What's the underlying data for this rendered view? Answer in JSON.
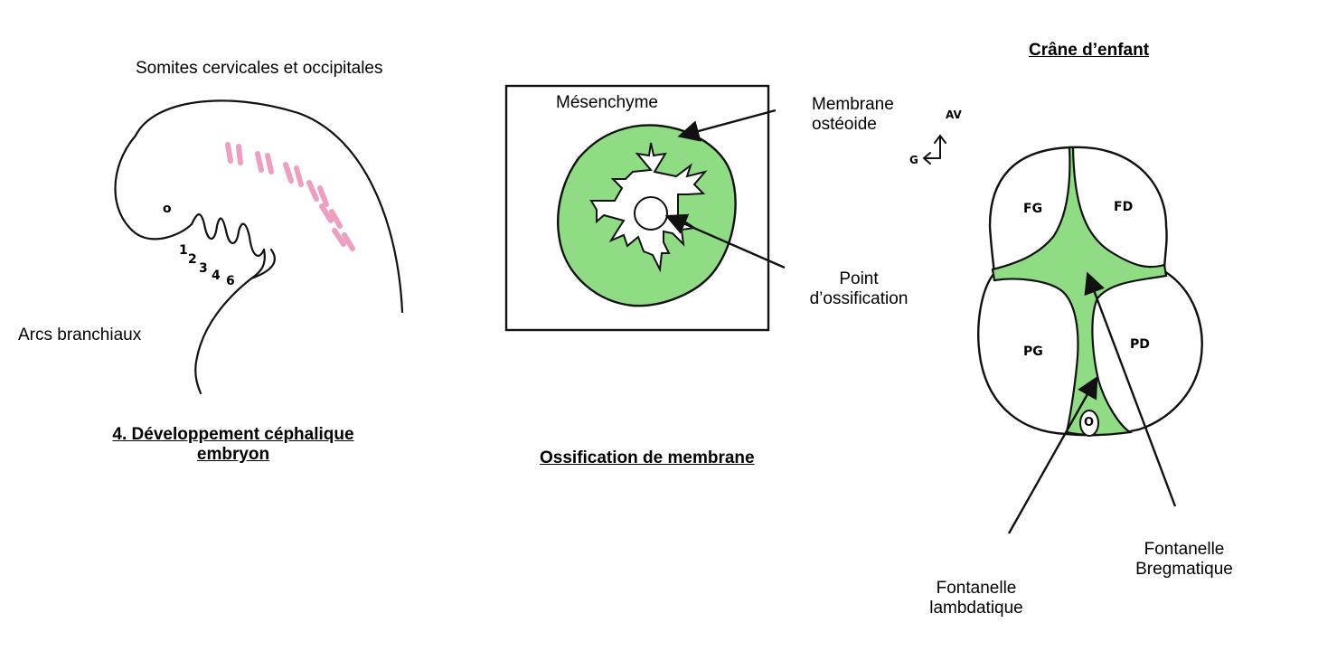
{
  "embryo": {
    "somites_label": "Somites cervicales et occipitales",
    "arches_label": "Arcs branchiaux",
    "arch_numbers": [
      "1",
      "2",
      "3",
      "4",
      "6"
    ],
    "eye_mark": "o",
    "title_line1": "4. Développement céphalique",
    "title_line2": "embryon"
  },
  "ossification": {
    "mesenchyme_label": "Mésenchyme",
    "membrane_label_line1": "Membrane",
    "membrane_label_line2": "ostéoide",
    "point_label_line1": "Point",
    "point_label_line2": "d’ossification",
    "title": "Ossification de membrane"
  },
  "skull": {
    "title": "Crâne d’enfant",
    "axis_av": "AV",
    "axis_g": "G",
    "bones": {
      "fg": "FG",
      "fd": "FD",
      "pg": "PG",
      "pd": "PD",
      "o": "O"
    },
    "lambda_line1": "Fontanelle",
    "lambda_line2": "lambdatique",
    "bregma_line1": "Fontanelle",
    "bregma_line2": "Bregmatique"
  },
  "colors": {
    "membrane_green": "#8fdc84",
    "somite_pink": "#ec9fc0",
    "ink": "#111111"
  }
}
